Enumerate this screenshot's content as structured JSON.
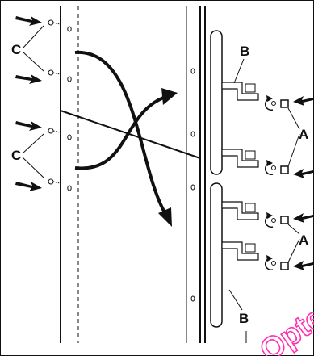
{
  "labels": {
    "a": "A",
    "b": "B",
    "c": "C"
  },
  "watermark": "Optec",
  "colors": {
    "ink": "#111111",
    "watermark": "#ff2fb0",
    "background": "#ffffff"
  }
}
